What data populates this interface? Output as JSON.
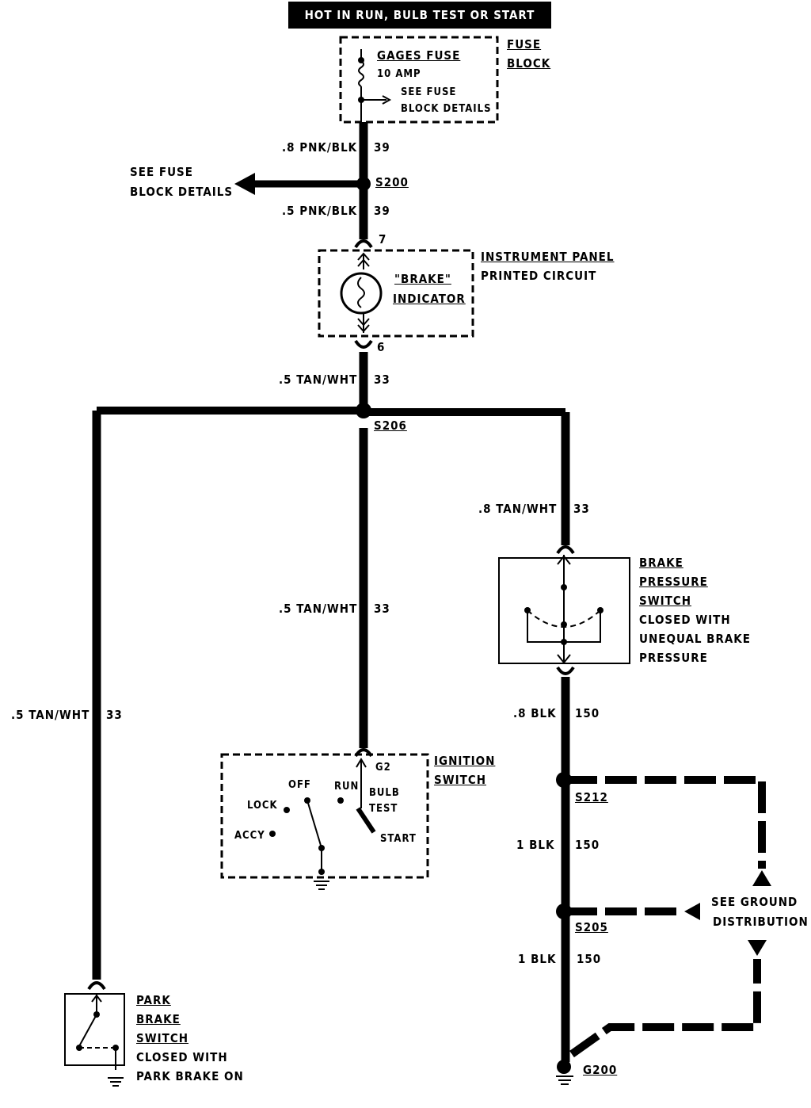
{
  "header": {
    "title": "HOT IN RUN, BULB TEST OR START"
  },
  "fuse_block": {
    "fuse_name": "GAGES FUSE",
    "fuse_rating": "10 AMP",
    "see_details_1": "SEE FUSE",
    "see_details_2": "BLOCK DETAILS",
    "label_1": "FUSE",
    "label_2": "BLOCK"
  },
  "wires": {
    "w_fuse_s200": {
      "gauge": ".8 PNK/BLK",
      "circuit": "39"
    },
    "w_s200_ip": {
      "gauge": ".5 PNK/BLK",
      "circuit": "39"
    },
    "w_ip_s206": {
      "gauge": ".5 TAN/WHT",
      "circuit": "33"
    },
    "w_s206_brake": {
      "gauge": ".8 TAN/WHT",
      "circuit": "33"
    },
    "w_s206_ign": {
      "gauge": ".5 TAN/WHT",
      "circuit": "33"
    },
    "w_s206_park": {
      "gauge": ".5 TAN/WHT",
      "circuit": "33"
    },
    "w_brake_s212": {
      "gauge": ".8 BLK",
      "circuit": "150"
    },
    "w_s212_s205": {
      "gauge": "1 BLK",
      "circuit": "150"
    },
    "w_s205_g200": {
      "gauge": "1 BLK",
      "circuit": "150"
    }
  },
  "splices": {
    "s200": "S200",
    "s206": "S206",
    "s212": "S212",
    "s205": "S205",
    "g200": "G200"
  },
  "see_fuse_left": {
    "line1": "SEE FUSE",
    "line2": "BLOCK DETAILS"
  },
  "instrument_panel": {
    "pin_top": "7",
    "pin_bottom": "6",
    "label_1": "INSTRUMENT PANEL",
    "label_2": "PRINTED CIRCUIT",
    "indicator_1": "\"BRAKE\"",
    "indicator_2": "INDICATOR"
  },
  "brake_pressure_switch": {
    "label_1": "BRAKE",
    "label_2": "PRESSURE",
    "label_3": "SWITCH",
    "desc_1": "CLOSED WITH",
    "desc_2": "UNEQUAL BRAKE",
    "desc_3": "PRESSURE"
  },
  "ignition_switch": {
    "label_1": "IGNITION",
    "label_2": "SWITCH",
    "terminal": "G2",
    "pos_off": "OFF",
    "pos_run": "RUN",
    "pos_lock": "LOCK",
    "pos_accy": "ACCY",
    "pos_bulb": "BULB",
    "pos_test": "TEST",
    "pos_start": "START"
  },
  "ground_distribution": {
    "line1": "SEE GROUND",
    "line2": "DISTRIBUTION"
  },
  "park_brake_switch": {
    "label_1": "PARK",
    "label_2": "BRAKE",
    "label_3": "SWITCH",
    "desc_1": "CLOSED WITH",
    "desc_2": "PARK BRAKE ON"
  }
}
